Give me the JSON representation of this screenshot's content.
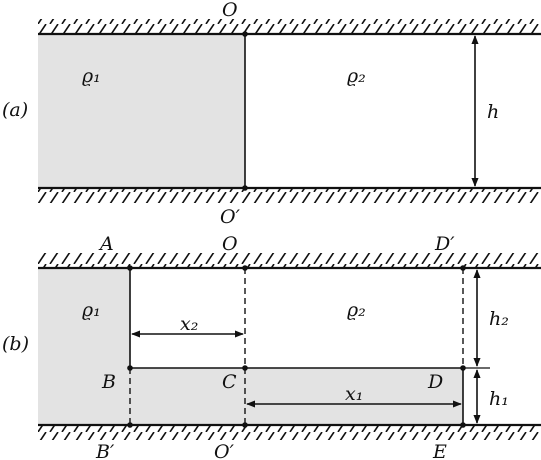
{
  "colors": {
    "fill": "#e3e3e3",
    "line": "#111111",
    "background": "#ffffff"
  },
  "panel_a": {
    "tag": "(a)",
    "top_point": "O",
    "bottom_point": "O′",
    "rho1": "ϱ₁",
    "rho2": "ϱ₂",
    "height": "h"
  },
  "panel_b": {
    "tag": "(b)",
    "points": {
      "A": "A",
      "O": "O",
      "D_prime": "D′",
      "B": "B",
      "C": "C",
      "D": "D",
      "B_prime": "B′",
      "O_prime": "O′",
      "E": "E"
    },
    "rho1": "ϱ₁",
    "rho2": "ϱ₂",
    "x2": "x₂",
    "x1": "x₁",
    "h2": "h₂",
    "h1": "h₁"
  }
}
